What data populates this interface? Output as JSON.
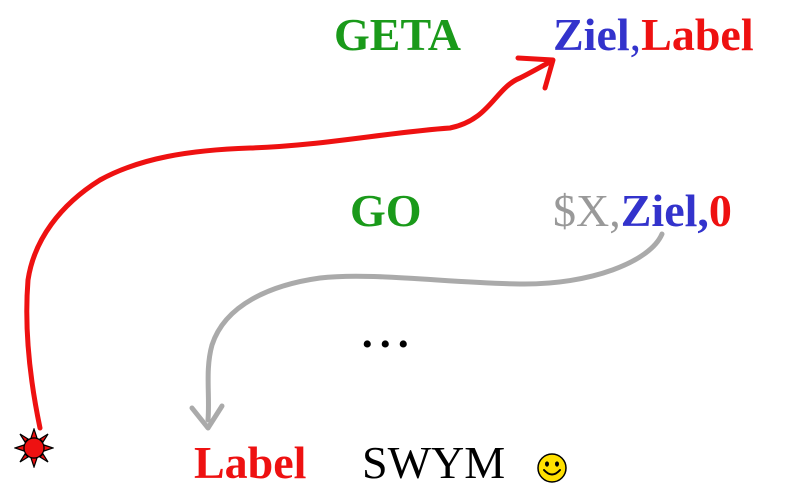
{
  "colors": {
    "opcode": "#1a9a1a",
    "target": "#3333cc",
    "label": "#ee1111",
    "register": "#999999",
    "text": "#000000",
    "jump_arrow": "#ee1111",
    "return_arrow": "#aaaaaa"
  },
  "line1": {
    "opcode": "GETA",
    "operand_target": "Ziel",
    "comma": ",",
    "operand_label": "Label"
  },
  "line2": {
    "opcode": "GO",
    "operand_register": "$X",
    "comma1": ",",
    "operand_target": "Ziel",
    "comma2": ",",
    "operand_offset": "0"
  },
  "ellipsis": "• • •",
  "line3": {
    "label": "Label",
    "instruction": "SWYM"
  },
  "icons": {
    "start_marker": "sun-icon",
    "status": "smiley-icon"
  }
}
